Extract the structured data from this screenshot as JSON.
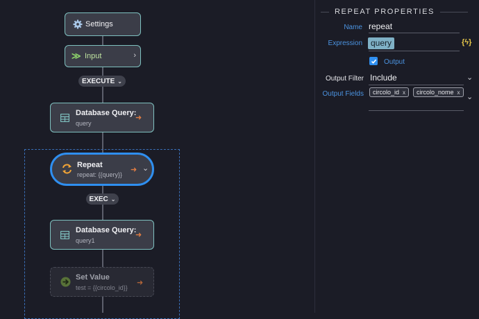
{
  "flow": {
    "settings_label": "Settings",
    "input_label": "Input",
    "execute_label": "EXECUTE",
    "db_query_1": {
      "title": "Database Query:",
      "subtitle": "query"
    },
    "repeat": {
      "title": "Repeat",
      "subtitle": "repeat: {{query}}"
    },
    "exec_label": "EXEC",
    "db_query_2": {
      "title": "Database Query:",
      "subtitle": "query1"
    },
    "set_value": {
      "title": "Set Value",
      "subtitle": "test = {{circolo_id}}"
    }
  },
  "panel": {
    "header": "REPEAT PROPERTIES",
    "name_label": "Name",
    "name_value": "repeat",
    "expression_label": "Expression",
    "expression_value": "query",
    "expression_toggle": "{ϟ}",
    "output_label": "Output",
    "output_checked": true,
    "output_filter_label": "Output Filter",
    "output_filter_value": "Include",
    "output_fields_label": "Output Fields",
    "output_fields": [
      "circolo_id",
      "circolo_nome"
    ],
    "chip_remove_glyph": "x"
  },
  "colors": {
    "background": "#1b1c26",
    "node_border": "#7fc1c0",
    "selected_border": "#2f8ff0",
    "accent_blue": "#4b93e0",
    "exit_orange": "#e07d43"
  }
}
